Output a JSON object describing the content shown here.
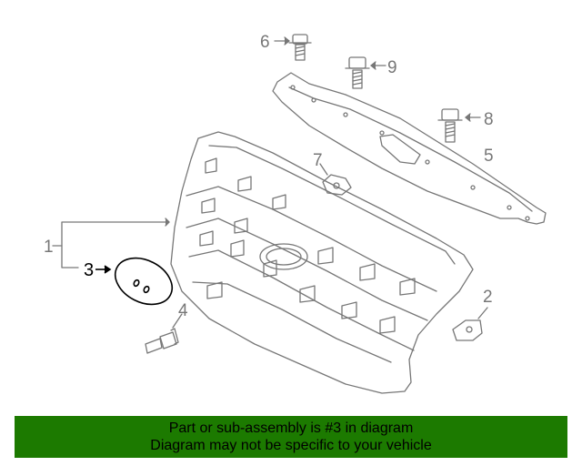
{
  "callouts": {
    "c1": "1",
    "c2": "2",
    "c3": "3",
    "c4": "4",
    "c5": "5",
    "c6": "6",
    "c7": "7",
    "c8": "8",
    "c9": "9"
  },
  "banner": {
    "line1": "Part or sub-assembly is #3 in diagram",
    "line2": "Diagram may not be specific to your vehicle",
    "bg_color": "#1c7a00"
  },
  "colors": {
    "line_art": "#777777",
    "highlight": "#000000"
  }
}
